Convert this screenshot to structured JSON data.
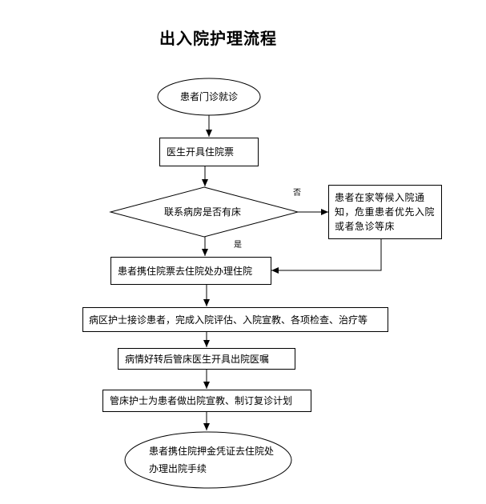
{
  "title": "出入院护理流程",
  "nodes": {
    "outpatient": "患者门诊就诊",
    "admission_ticket": "医生开具住院票",
    "bed_check": "联系病房是否有床",
    "wait_notice": "患者在家等候入院通知，危重患者优先入院或者急诊等床",
    "admission_procedure": "患者携住院票去住院处办理住院",
    "ward_reception": "病区护士接诊患者，完成入院评估、入院宣教、各项检查、治疗等",
    "discharge_order": "病情好转后管床医生开具出院医嘱",
    "discharge_education": "管床护士为患者做出院宣教、制订复诊计划",
    "discharge_procedure": "患者携住院押金凭证去住院处办理出院手续"
  },
  "edge_labels": {
    "no": "否",
    "yes": "是"
  }
}
